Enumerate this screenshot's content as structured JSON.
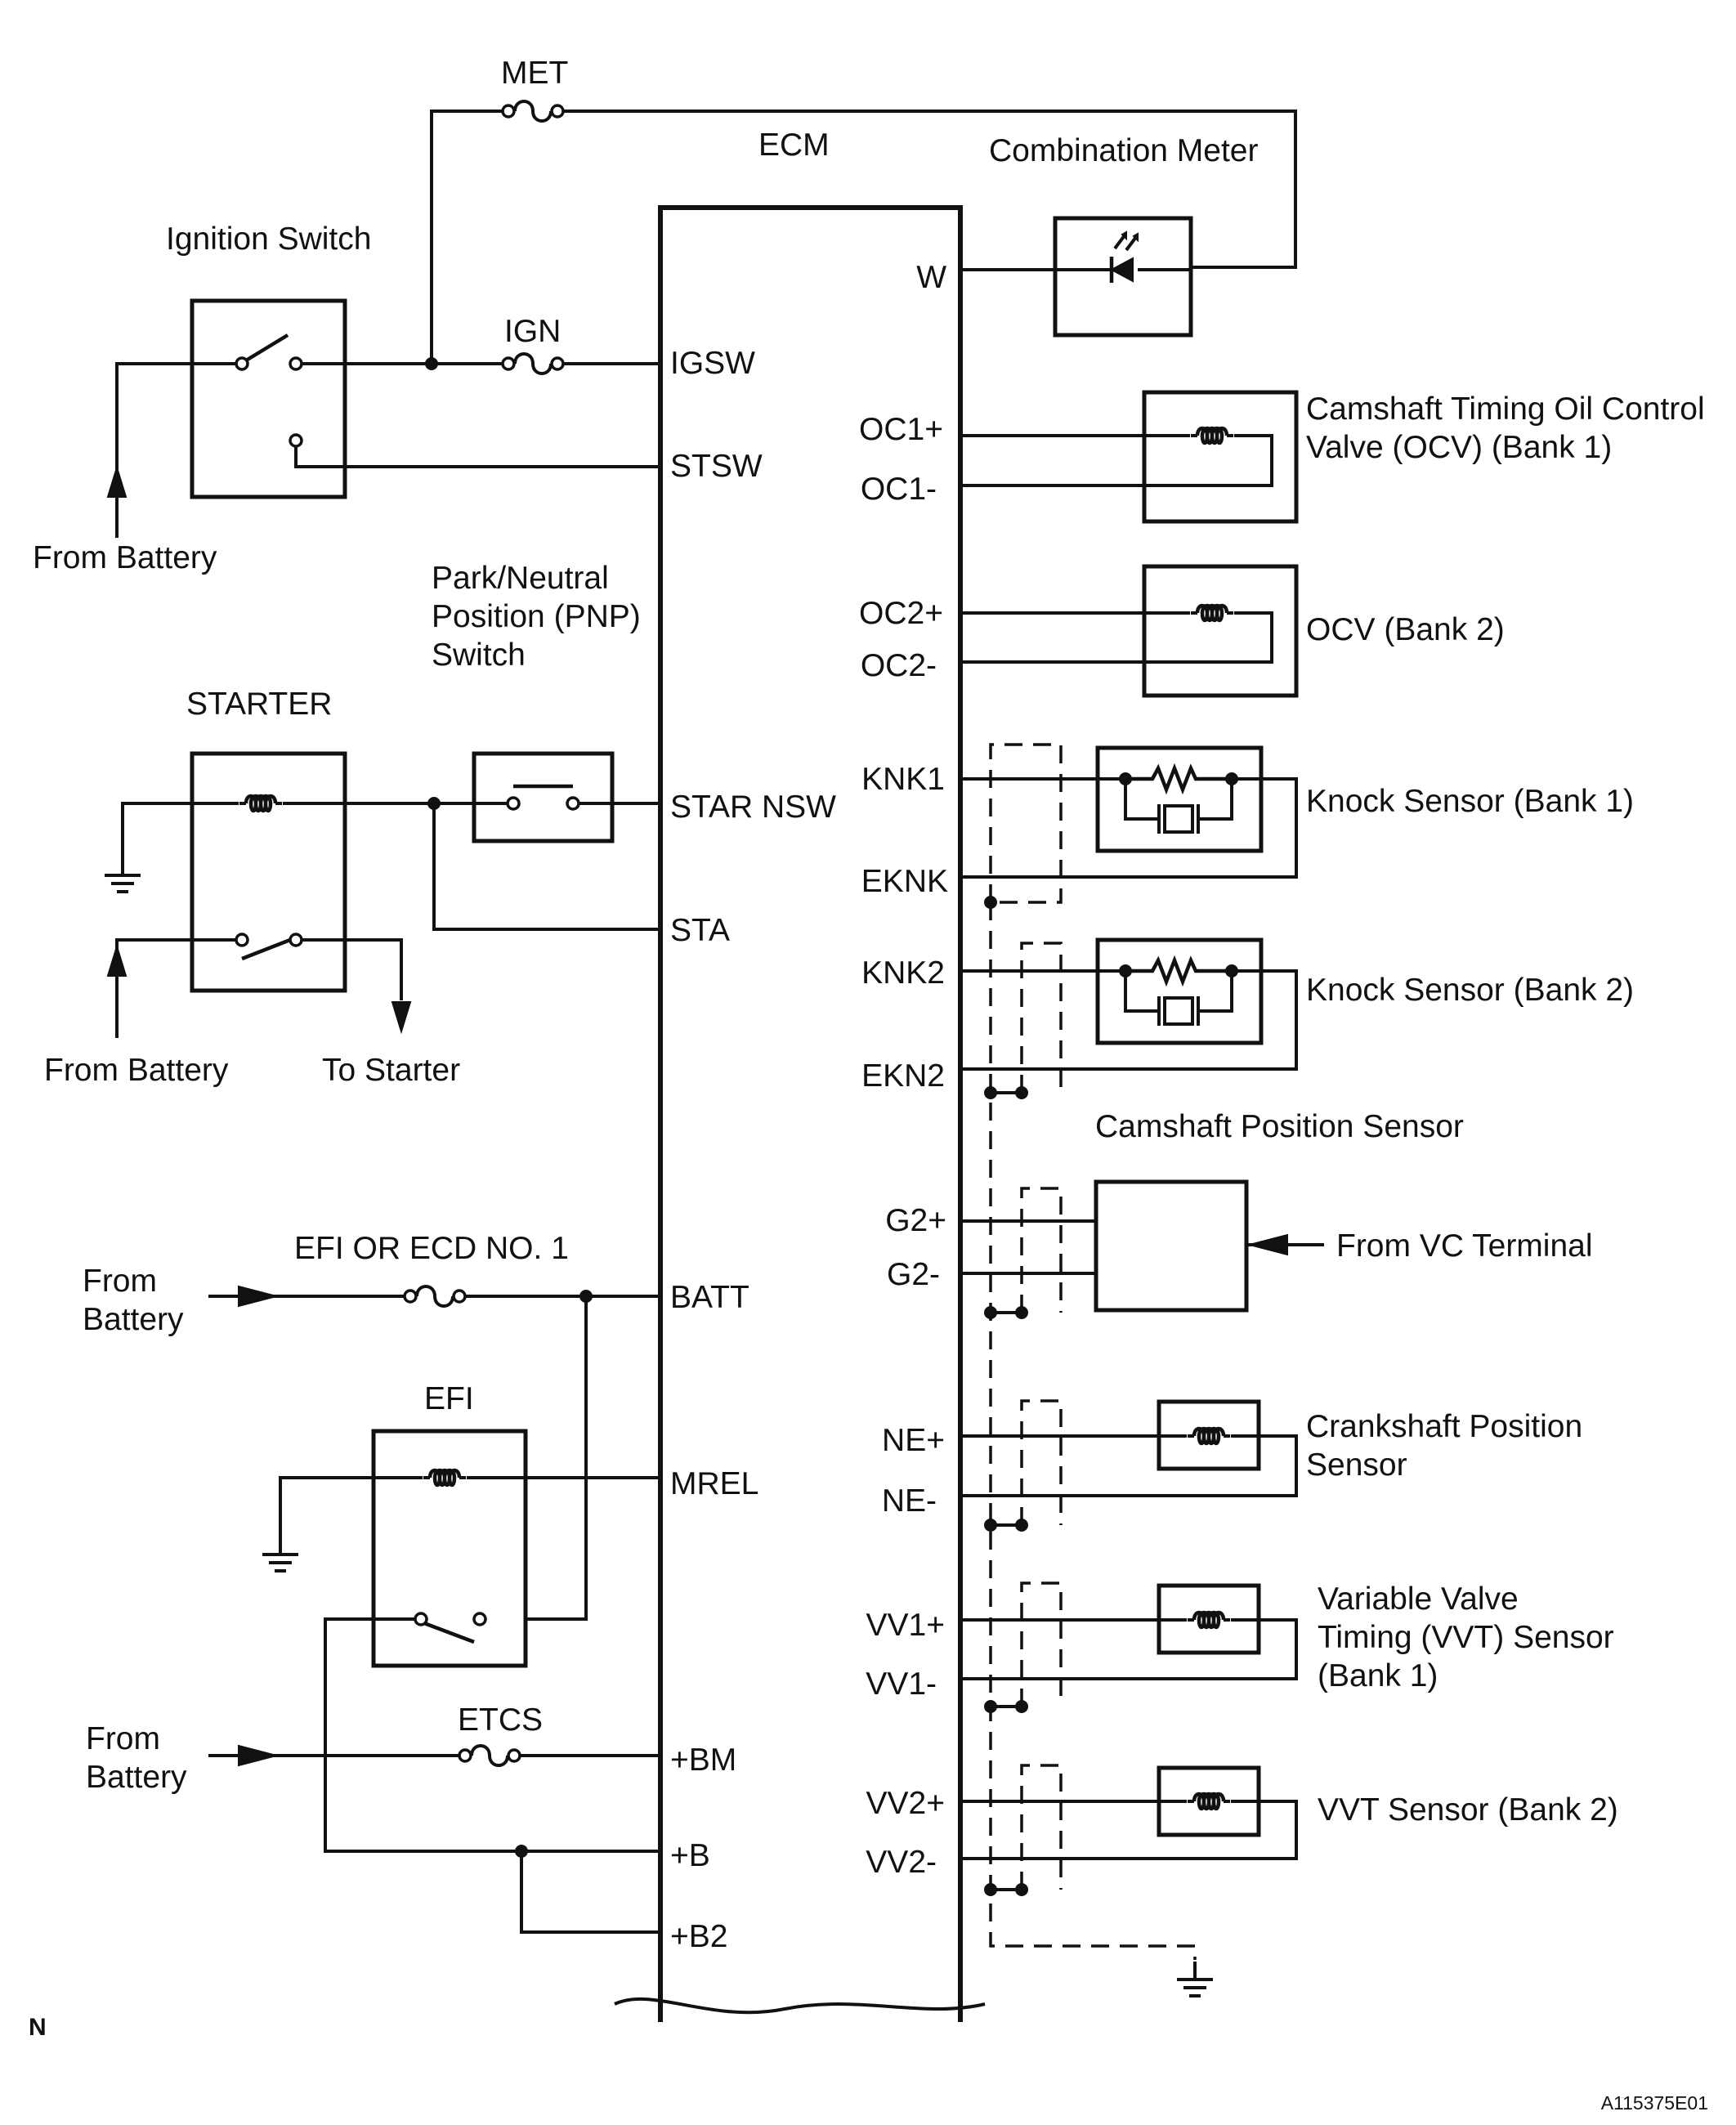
{
  "ecm": {
    "title": "ECM",
    "left_pins": {
      "igsw": "IGSW",
      "stsw": "STSW",
      "starnsw": "STAR NSW",
      "sta": "STA",
      "batt": "BATT",
      "mrel": "MREL",
      "bm": "+BM",
      "b": "+B",
      "b2": "+B2"
    },
    "right_pins": {
      "w": "W",
      "oc1p": "OC1+",
      "oc1m": "OC1-",
      "oc2p": "OC2+",
      "oc2m": "OC2-",
      "knk1": "KNK1",
      "eknk": "EKNK",
      "knk2": "KNK2",
      "ekn2": "EKN2",
      "g2p": "G2+",
      "g2m": "G2-",
      "nep": "NE+",
      "nem": "NE-",
      "vv1p": "VV1+",
      "vv1m": "VV1-",
      "vv2p": "VV2+",
      "vv2m": "VV2-"
    }
  },
  "fuses": {
    "met": "MET",
    "ign": "IGN",
    "efi_ecd": "EFI OR ECD NO. 1",
    "etcs": "ETCS"
  },
  "relays": {
    "starter": "STARTER",
    "efi": "EFI"
  },
  "switches": {
    "ignition": "Ignition Switch",
    "pnp": [
      "Park/Neutral",
      "Position (PNP)",
      "Switch"
    ]
  },
  "sources": {
    "from_battery": "From Battery",
    "to_starter": "To Starter",
    "from_battery_stacked": [
      "From",
      "Battery"
    ],
    "from_vc": "From VC Terminal"
  },
  "components": {
    "combination_meter": "Combination Meter",
    "ocv_bank1": [
      "Camshaft Timing Oil Control",
      "Valve (OCV) (Bank 1)"
    ],
    "ocv_bank2": "OCV (Bank 2)",
    "knock_bank1": "Knock Sensor (Bank 1)",
    "knock_bank2": "Knock Sensor (Bank 2)",
    "camshaft_sensor": "Camshaft Position Sensor",
    "crankshaft_sensor": [
      "Crankshaft Position",
      "Sensor"
    ],
    "vvt_bank1": [
      "Variable Valve",
      "Timing (VVT) Sensor",
      "(Bank 1)"
    ],
    "vvt_bank2": "VVT Sensor (Bank 2)"
  },
  "corner_mark": "N",
  "figure_id": "A115375E01"
}
